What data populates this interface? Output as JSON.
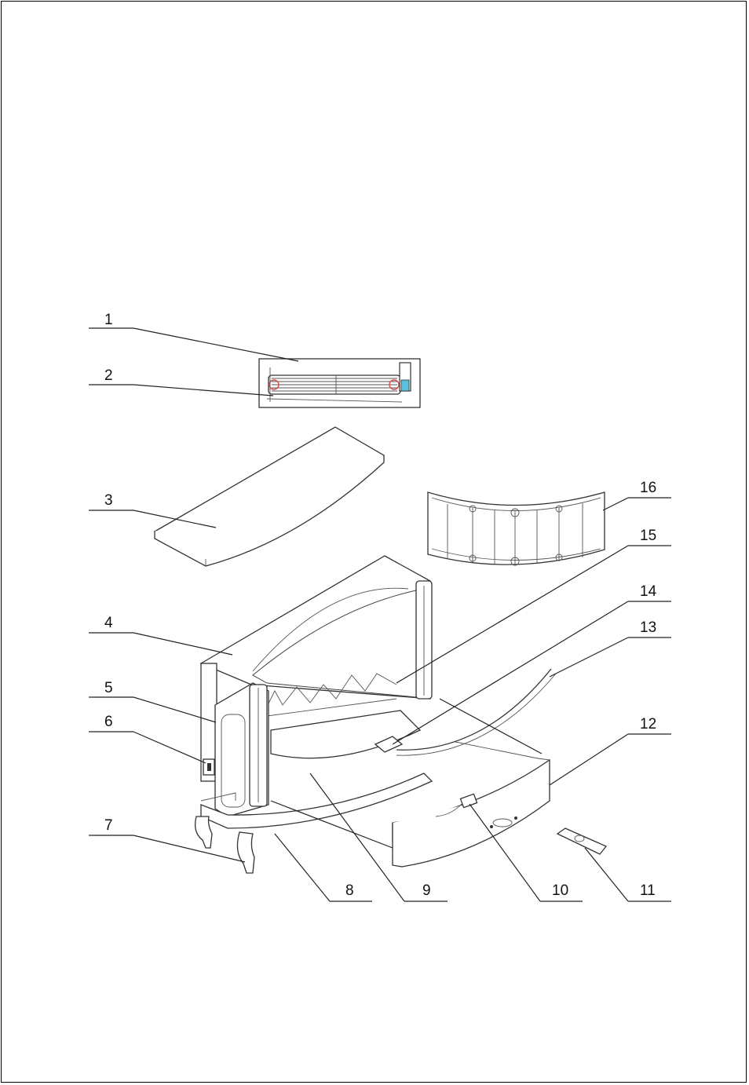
{
  "diagram": {
    "callouts": [
      {
        "id": "1",
        "text": "1"
      },
      {
        "id": "2",
        "text": "2"
      },
      {
        "id": "3",
        "text": "3"
      },
      {
        "id": "4",
        "text": "4"
      },
      {
        "id": "5",
        "text": "5"
      },
      {
        "id": "6",
        "text": "6"
      },
      {
        "id": "7",
        "text": "7"
      },
      {
        "id": "8",
        "text": "8"
      },
      {
        "id": "9",
        "text": "9"
      },
      {
        "id": "10",
        "text": "10"
      },
      {
        "id": "11",
        "text": "11"
      },
      {
        "id": "12",
        "text": "12"
      },
      {
        "id": "13",
        "text": "13"
      },
      {
        "id": "14",
        "text": "14"
      },
      {
        "id": "15",
        "text": "15"
      },
      {
        "id": "16",
        "text": "16"
      }
    ],
    "colors": {
      "ink": "#222222",
      "heater_accent": "#d9534f",
      "heater_blue": "#5bc0de"
    }
  }
}
